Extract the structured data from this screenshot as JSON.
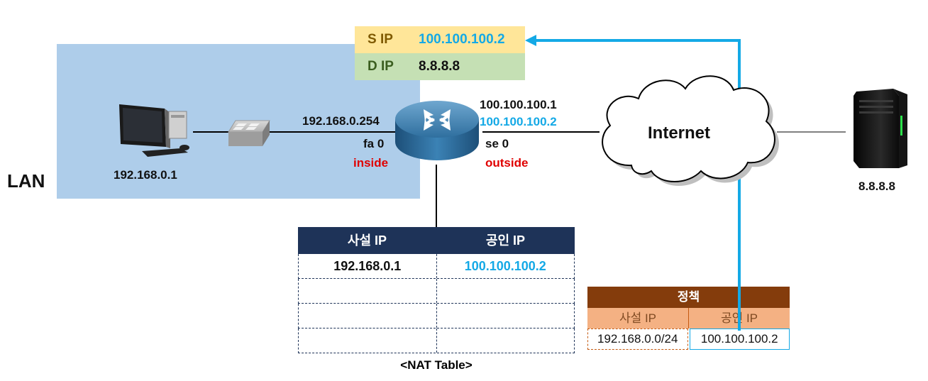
{
  "lan": {
    "label": "LAN"
  },
  "packet": {
    "src_key": "S IP",
    "src_value": "100.100.100.2",
    "dst_key": "D IP",
    "dst_value": "8.8.8.8"
  },
  "pc": {
    "ip": "192.168.0.1"
  },
  "router": {
    "inside_ip": "192.168.0.254",
    "inside_iface": "fa 0",
    "inside_label": "inside",
    "outside_ip": "100.100.100.1",
    "outside_ip2": "100.100.100.2",
    "outside_iface": "se 0",
    "outside_label": "outside"
  },
  "internet": {
    "label": "Internet"
  },
  "server": {
    "ip": "8.8.8.8"
  },
  "nat_table": {
    "headers": [
      "사설 IP",
      "공인 IP"
    ],
    "rows": [
      [
        "192.168.0.1",
        "100.100.100.2"
      ],
      [
        "",
        ""
      ],
      [
        "",
        ""
      ],
      [
        "",
        ""
      ]
    ],
    "caption": "<NAT Table>"
  },
  "policy": {
    "title": "정책",
    "headers": [
      "사설 IP",
      "공인 IP"
    ],
    "row": [
      "192.168.0.0/24",
      "100.100.100.2"
    ]
  },
  "colors": {
    "lan_bg": "#aecdea",
    "accent_cyan": "#14a9e6",
    "alert_red": "#e00000",
    "table_header": "#1e3358",
    "policy_title": "#843c0c",
    "policy_header": "#f4b183",
    "src_row": "#ffe699",
    "dst_row": "#c5e0b4"
  }
}
